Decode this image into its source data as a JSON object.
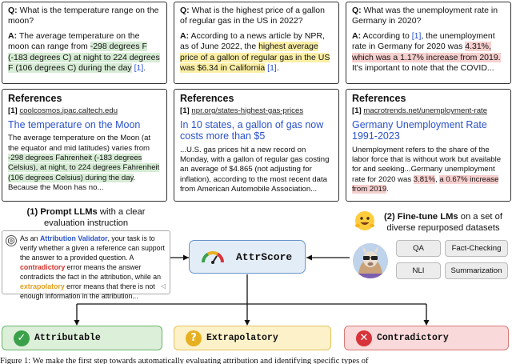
{
  "qa": [
    {
      "q_label": "Q:",
      "question": "What is the temperature range on the moon?",
      "a_label": "A:",
      "answer_parts": [
        {
          "text": "The average temperature on the moon can range from ",
          "hl": ""
        },
        {
          "text": "-298 degrees F (-183 degrees C) at night to 224 degrees F (106 degrees C) during the day",
          "hl": "green"
        },
        {
          "text": " ",
          "hl": ""
        },
        {
          "text": "[1]",
          "hl": "link"
        },
        {
          "text": ".",
          "hl": ""
        }
      ]
    },
    {
      "q_label": "Q:",
      "question": "What is the highest price of a gallon of regular gas in the US in 2022?",
      "a_label": "A:",
      "answer_parts": [
        {
          "text": "According to a news article by NPR, as of June 2022, the ",
          "hl": ""
        },
        {
          "text": "highest average price of a gallon of regular gas in the US was $6.34 in California",
          "hl": "yellow"
        },
        {
          "text": " ",
          "hl": ""
        },
        {
          "text": "[1]",
          "hl": "link"
        },
        {
          "text": ".",
          "hl": ""
        }
      ]
    },
    {
      "q_label": "Q:",
      "question": "What was the unemployment rate in Germany in 2020?",
      "a_label": "A:",
      "answer_parts": [
        {
          "text": "According to ",
          "hl": ""
        },
        {
          "text": "[1]",
          "hl": "link"
        },
        {
          "text": ", the unemployment rate in Germany for 2020 was ",
          "hl": ""
        },
        {
          "text": "4.31%, which was a 1.17% increase from 2019.",
          "hl": "red"
        },
        {
          "text": " It's important to note that the COVID...",
          "hl": ""
        }
      ]
    }
  ],
  "refs": [
    {
      "heading": "References",
      "num": "[1]",
      "url": "coolcosmos.ipac.caltech.edu",
      "title": "The temperature on the Moon",
      "body_parts": [
        {
          "text": "The average temperature on the Moon (at the equator and mid latitudes) varies from ",
          "hl": ""
        },
        {
          "text": "-298 degrees Fahrenheit (-183 degrees Celsius), at night, to 224 degrees Fahrenheit (106 degrees Celsius) during the day",
          "hl": "green"
        },
        {
          "text": ". Because the Moon has no...",
          "hl": ""
        }
      ]
    },
    {
      "heading": "References",
      "num": "[1]",
      "url": "npr.org/states-highest-gas-prices",
      "title": "In 10 states, a gallon of gas now costs more than $5",
      "body_parts": [
        {
          "text": "...U.S. gas prices hit a new record on Monday, with a gallon of regular gas costing an average of $4.865 (not adjusting for inflation), according to the most recent data from American Automobile Association...",
          "hl": ""
        }
      ]
    },
    {
      "heading": "References",
      "num": "[1]",
      "url": "macrotrends.net/unemployment-rate",
      "title": "Germany Unemployment Rate 1991-2023",
      "body_parts": [
        {
          "text": "Unemployment refers to the share of the labor force that is without work but available for and seeking...Germany unemployment rate for 2020 was ",
          "hl": ""
        },
        {
          "text": "3.81%",
          "hl": "red"
        },
        {
          "text": ", ",
          "hl": ""
        },
        {
          "text": "a 0.67% increase from 2019",
          "hl": "red"
        },
        {
          "text": ".",
          "hl": ""
        }
      ]
    }
  ],
  "prompt_section": {
    "title_bold": "(1) Prompt LLMs",
    "title_rest": " with a clear evaluation instruction",
    "p1": "As an ",
    "attr_validator": "Attribution Validator",
    "p2": ", your task is to verify whether a given a reference can support the answer to a provided question. A ",
    "contradictory": "contradictory",
    "p3": " error means the answer contradicts the fact in the attribution, while an ",
    "extrapolatory": "extrapolatory",
    "p4": " error means that there is not enough information in the attribution...",
    "send_icon": "send-icon"
  },
  "finetune_section": {
    "title_bold": "(2) Fine-tune LMs",
    "title_rest": " on a set of diverse repurposed datasets",
    "chips": [
      "QA",
      "Fact-Checking",
      "NLI",
      "Summarization"
    ]
  },
  "attrscore": {
    "label": "AttrScore",
    "icon": "gauge-icon"
  },
  "verdicts": [
    {
      "label": "Attributable",
      "symbol": "✓",
      "color": "#3aa14a",
      "bg": "#dcefd9",
      "border": "#6ab36b"
    },
    {
      "label": "Extrapolatory",
      "symbol": "?",
      "color": "#e7b021",
      "bg": "#fcf1c9",
      "border": "#e3c45a"
    },
    {
      "label": "Contradictory",
      "symbol": "✕",
      "color": "#d8333a",
      "bg": "#f9d9d9",
      "border": "#d77a78"
    }
  ],
  "caption": "Figure 1: We make the first step towards automatically evaluating attribution and identifying specific types of"
}
